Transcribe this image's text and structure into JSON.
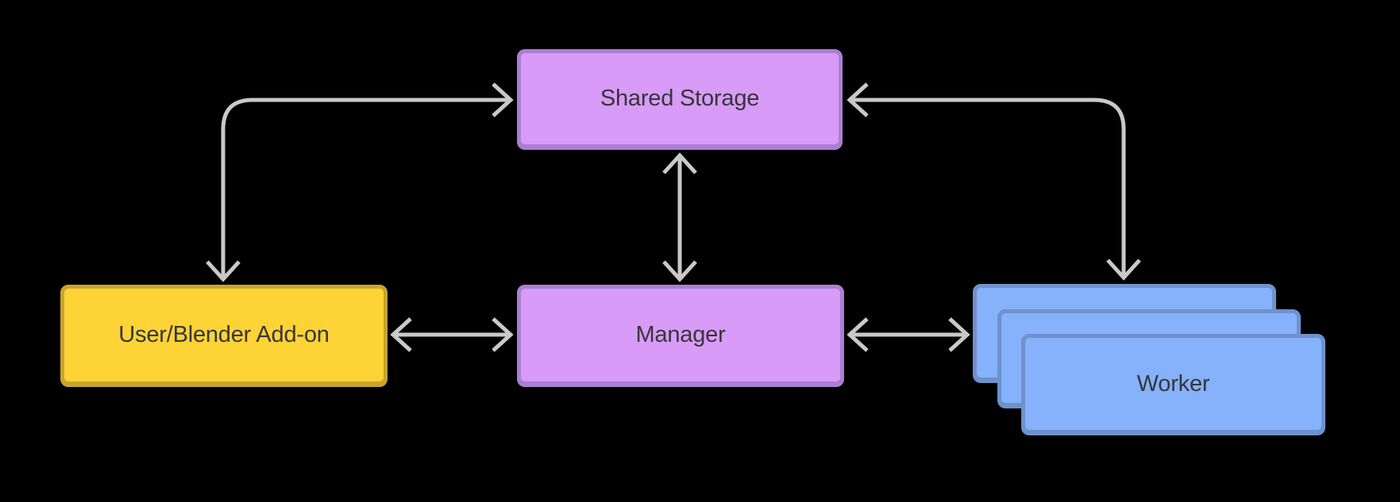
{
  "diagram": {
    "type": "architecture-flowchart",
    "nodes": [
      {
        "id": "shared-storage",
        "label": "Shared Storage",
        "color": "purple"
      },
      {
        "id": "user-blender-addon",
        "label": "User/Blender Add-on",
        "color": "yellow"
      },
      {
        "id": "manager",
        "label": "Manager",
        "color": "purple"
      },
      {
        "id": "worker",
        "label": "Worker",
        "color": "blue",
        "stack_count": 3
      }
    ],
    "connectors": [
      {
        "from": "user-blender-addon",
        "to": "shared-storage",
        "style": "curved-elbow",
        "bidirectional": true
      },
      {
        "from": "worker",
        "to": "shared-storage",
        "style": "curved-elbow",
        "bidirectional": true
      },
      {
        "from": "manager",
        "to": "shared-storage",
        "style": "straight",
        "bidirectional": true
      },
      {
        "from": "user-blender-addon",
        "to": "manager",
        "style": "straight",
        "bidirectional": true
      },
      {
        "from": "manager",
        "to": "worker",
        "style": "straight",
        "bidirectional": true
      }
    ],
    "colors": {
      "background": "#000000",
      "arrow": "#c9c9c9",
      "text": "#36363a",
      "purple_fill": "#d89bf7",
      "purple_border": "#aa7fd3",
      "yellow_fill": "#fdd335",
      "yellow_border": "#c9a42e",
      "blue_fill": "#85b2fa",
      "blue_border": "#6e92cc"
    }
  }
}
